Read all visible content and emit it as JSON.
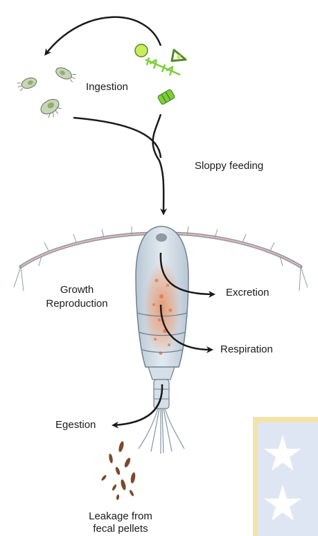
{
  "labels": {
    "ingestion": "Ingestion",
    "sloppy_feeding": "Sloppy feeding",
    "growth": "Growth",
    "reproduction": "Reproduction",
    "excretion": "Excretion",
    "respiration": "Respiration",
    "egestion": "Egestion",
    "leakage_line1": "Leakage from",
    "leakage_line2": "fecal pellets"
  },
  "colors": {
    "arrow": "#1a1a1a",
    "copepod_body": "#cfd9e3",
    "copepod_outline": "#6e7f90",
    "gut_orange": "#e58a5c",
    "pellet_brown": "#7a4a2a",
    "phyto_green": "#7ccf3a",
    "watermark_blue": "#dfe6f3",
    "watermark_yellow": "#f4e3a8"
  },
  "icons": {
    "ciliates": "ciliate-icon",
    "phytoplankton": "phytoplankton-icon",
    "copepod": "copepod-icon",
    "fecal_pellets": "fecal-pellet-icon",
    "watermark": "star-watermark"
  }
}
